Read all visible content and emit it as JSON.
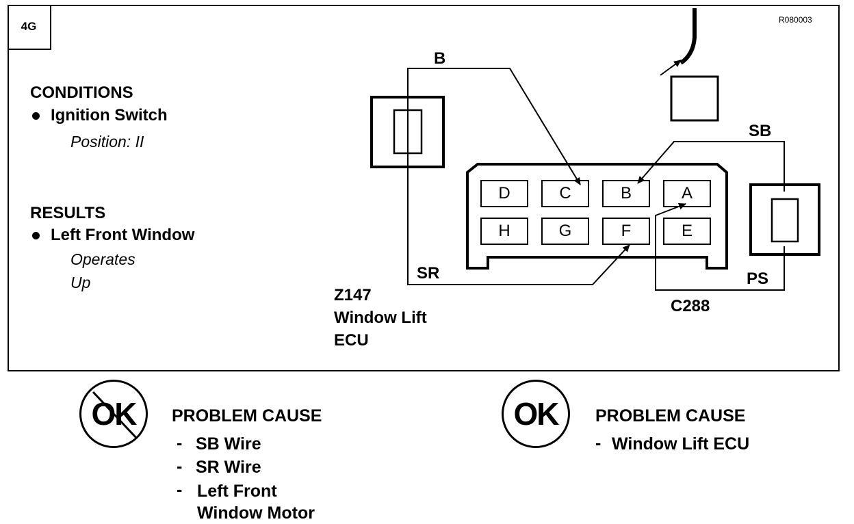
{
  "figure_tag": "4G",
  "figure_code": "R080003",
  "conditions": {
    "heading": "CONDITIONS",
    "item": "Ignition Switch",
    "detail": "Position: II"
  },
  "results": {
    "heading": "RESULTS",
    "item": "Left Front Window",
    "detail_line1": "Operates",
    "detail_line2": "Up"
  },
  "connector": {
    "pins_top": [
      "D",
      "C",
      "B",
      "A"
    ],
    "pins_bottom": [
      "H",
      "G",
      "F",
      "E"
    ],
    "ecu_id": "Z147",
    "ecu_name_line1": "Window Lift",
    "ecu_name_line2": "ECU",
    "connector_id": "C288"
  },
  "wires": {
    "b": "B",
    "sb": "SB",
    "sr": "SR",
    "ps": "PS"
  },
  "not_ok": {
    "symbol": "OK",
    "heading": "PROBLEM CAUSE",
    "items": [
      "SB Wire",
      "SR Wire",
      "Left Front",
      "Window Motor"
    ]
  },
  "ok": {
    "symbol": "OK",
    "heading": "PROBLEM CAUSE",
    "items": [
      "Window Lift ECU"
    ]
  }
}
